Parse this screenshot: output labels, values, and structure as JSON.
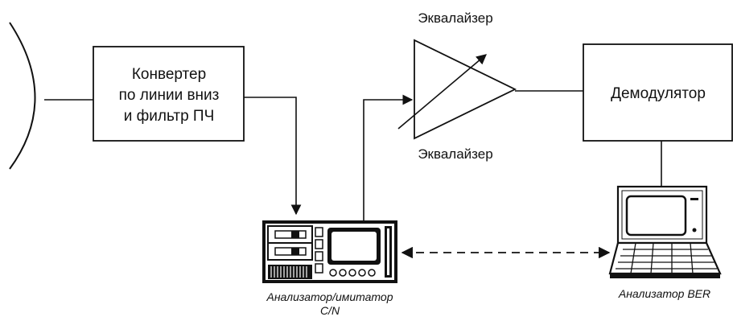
{
  "diagram": {
    "converter": {
      "lines": [
        "Конвертер",
        "по линии вниз",
        "и фильтр ПЧ"
      ]
    },
    "equalizer": {
      "label": "Эквалайзер"
    },
    "demodulator": {
      "label": "Демодулятор"
    },
    "cn_analyzer": {
      "caption_lines": [
        "Анализатор/имитатор",
        "C/N"
      ]
    },
    "ber_analyzer": {
      "caption": "Анализатор BER"
    }
  },
  "colors": {
    "ink": "#111111",
    "background": "#ffffff",
    "screen": "#ffffff"
  }
}
